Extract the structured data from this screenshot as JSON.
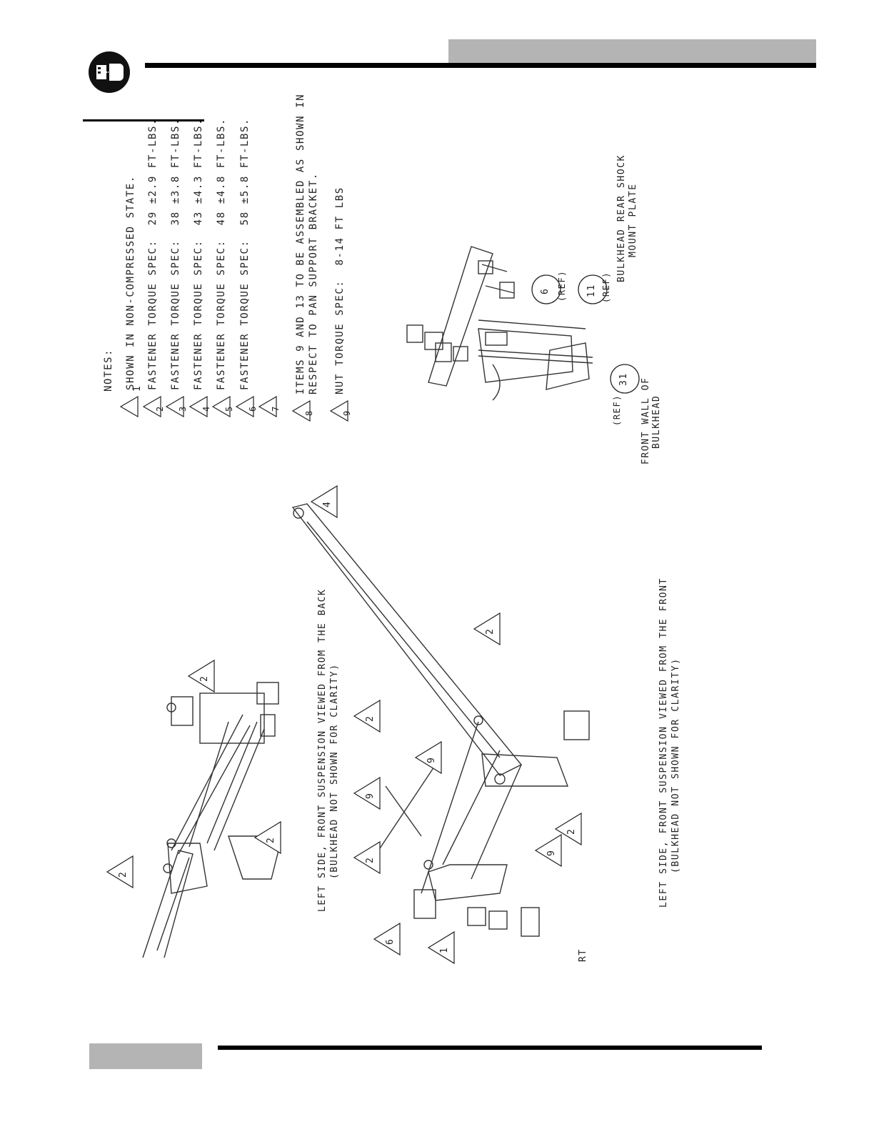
{
  "notes": {
    "heading": "NOTES:",
    "items": [
      {
        "num": "1",
        "text": "SHOWN IN NON-COMPRESSED STATE."
      },
      {
        "num": "2",
        "text": "FASTENER TORQUE SPEC:  29 ±2.9 FT-LBS."
      },
      {
        "num": "3",
        "text": "FASTENER TORQUE SPEC:  38 ±3.8 FT-LBS."
      },
      {
        "num": "4",
        "text": "FASTENER TORQUE SPEC:  43 ±4.3 FT-LBS."
      },
      {
        "num": "5",
        "text": "FASTENER TORQUE SPEC:  48 ±4.8 FT-LBS."
      },
      {
        "num": "6",
        "text": "FASTENER TORQUE SPEC:  58 ±5.8 FT-LBS."
      },
      {
        "num": "7",
        "text": ""
      },
      {
        "num": "8",
        "text": "ITEMS 9 AND 13 TO BE ASSEMBLED AS SHOWN IN",
        "text2": "RESPECT TO PAN SUPPORT BRACKET."
      },
      {
        "num": "9",
        "text": "NUT TORQUE SPEC:  8-14 FT LBS"
      }
    ]
  },
  "detail_view": {
    "label_bulkhead_plate_1": "BULKHEAD REAR SHOCK",
    "label_bulkhead_plate_2": "MOUNT PLATE",
    "label_front_wall_1": "FRONT WALL OF",
    "label_front_wall_2": "BULKHEAD",
    "callout_6": "6",
    "callout_11": "11",
    "callout_31": "31",
    "ref": "(REF)"
  },
  "view_back": {
    "caption_1": "LEFT SIDE, FRONT SUSPENSION VIEWED FROM THE BACK",
    "caption_2": "(BULKHEAD NOT SHOWN FOR CLARITY)",
    "callouts": [
      "2",
      "2",
      "2"
    ]
  },
  "view_front": {
    "caption_1": "LEFT SIDE, FRONT SUSPENSION VIEWED FROM THE FRONT",
    "caption_2": "(BULKHEAD NOT SHOWN FOR CLARITY)",
    "callouts": [
      "4",
      "2",
      "2",
      "9",
      "9",
      "2",
      "9",
      "2",
      "6",
      "1"
    ],
    "cut_label": "RT"
  },
  "icon": "engine-tool-icon"
}
